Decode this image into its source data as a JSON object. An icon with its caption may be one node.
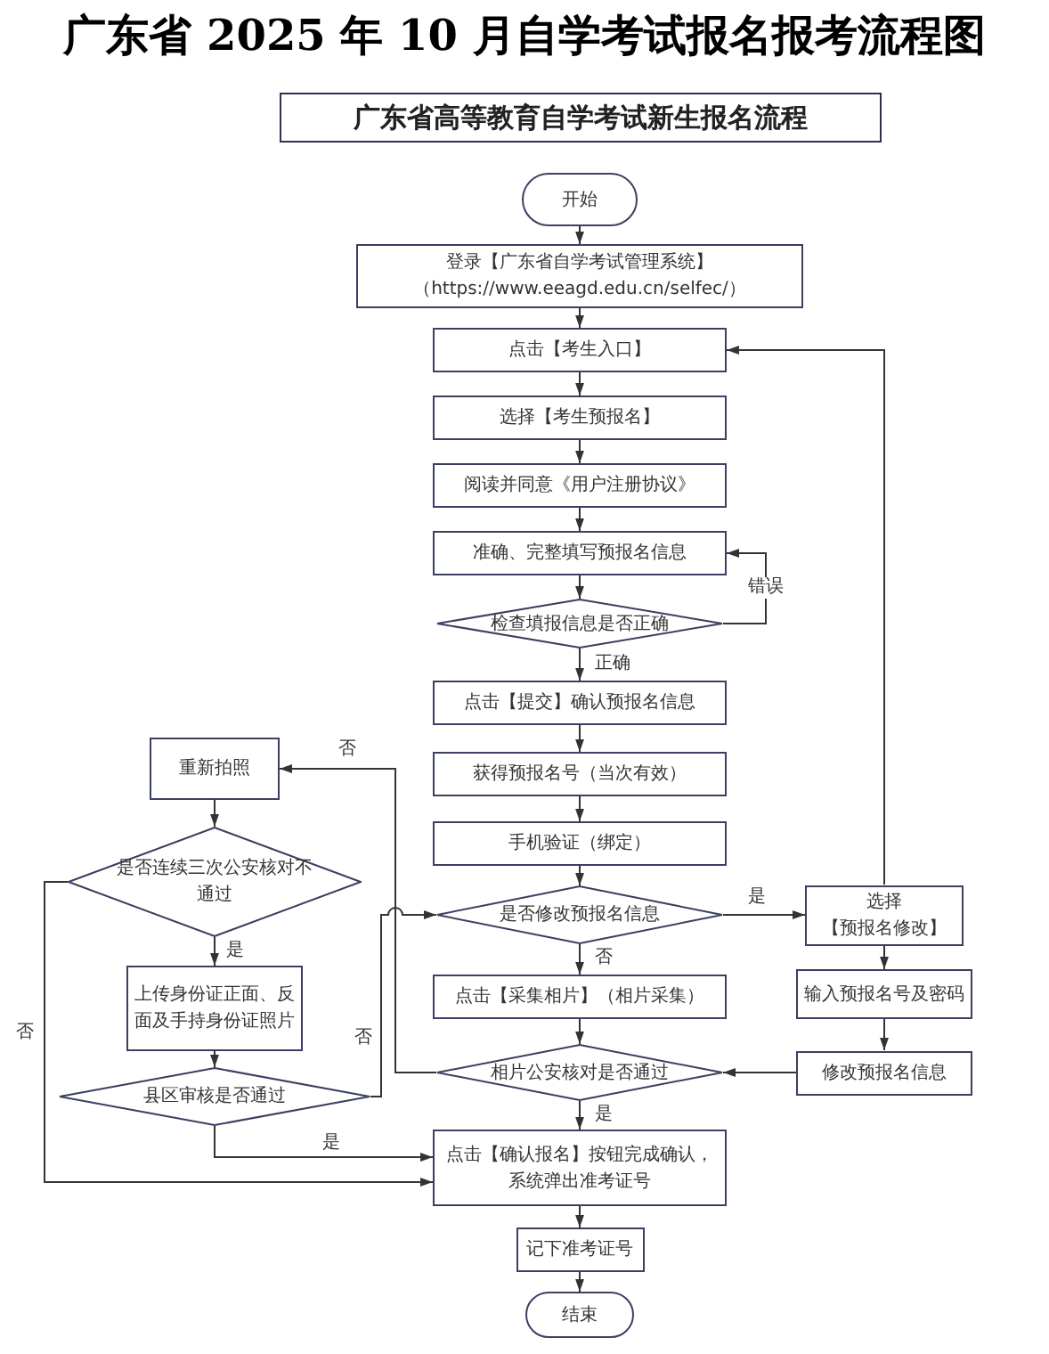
{
  "diagram": {
    "title": "广东省 2025 年 10 月自学考试报名报考流程图",
    "nodes": [
      {
        "text": [
          "广东省高等教育自学考试新生报名流程"
        ]
      },
      {
        "text": [
          "开始"
        ]
      },
      {
        "text": [
          "登录【广东省自学考试管理系统】",
          "（https://www.eeagd.edu.cn/selfec/）"
        ]
      },
      {
        "text": [
          "点击【考生入口】"
        ]
      },
      {
        "text": [
          "选择【考生预报名】"
        ]
      },
      {
        "text": [
          "阅读并同意《用户注册协议》"
        ]
      },
      {
        "text": [
          "准确、完整填写预报名信息"
        ]
      },
      {
        "text": [
          "检查填报信息是否正确"
        ]
      },
      {
        "text": [
          "点击【提交】确认预报名信息"
        ]
      },
      {
        "text": [
          "获得预报名号（当次有效）"
        ]
      },
      {
        "text": [
          "手机验证（绑定）"
        ]
      },
      {
        "text": [
          "是否修改预报名信息"
        ]
      },
      {
        "text": [
          "点击【采集相片】（相片采集）"
        ]
      },
      {
        "text": [
          "相片公安核对是否通过"
        ]
      },
      {
        "text": [
          "点击【确认报名】按钮完成确认，系统弹出准考证号"
        ]
      },
      {
        "text": [
          "记下准考证号"
        ]
      },
      {
        "text": [
          "结束"
        ]
      },
      {
        "text": [
          "选择【预报名修改】"
        ]
      },
      {
        "text": [
          "输入预报名号及密码"
        ]
      },
      {
        "text": [
          "修改预报名信息"
        ]
      },
      {
        "text": [
          "重新拍照"
        ]
      },
      {
        "text": [
          "是否连续三次公安核对不通过"
        ]
      },
      {
        "text": [
          "上传身份证正面、反面及手持身份证照片"
        ]
      },
      {
        "text": [
          "县区审核是否通过"
        ]
      }
    ],
    "edges": [
      {
        "from": 1,
        "to": 2,
        "arrow": "to"
      },
      {
        "from": 2,
        "to": 3,
        "arrow": "to"
      },
      {
        "from": 3,
        "to": 4,
        "arrow": "to"
      },
      {
        "from": 4,
        "to": 5,
        "arrow": "to"
      },
      {
        "from": 5,
        "to": 6,
        "arrow": "to"
      },
      {
        "from": 6,
        "to": 7,
        "arrow": "to"
      },
      {
        "from": 7,
        "to": 6,
        "arrow": "to",
        "label": "错误"
      },
      {
        "from": 7,
        "to": 8,
        "arrow": "to",
        "label": "正确"
      },
      {
        "from": 8,
        "to": 9,
        "arrow": "to"
      },
      {
        "from": 9,
        "to": 10,
        "arrow": "to"
      },
      {
        "from": 10,
        "to": 11,
        "arrow": "to"
      },
      {
        "from": 11,
        "to": 12,
        "arrow": "to",
        "label": "否"
      },
      {
        "from": 11,
        "to": 17,
        "arrow": "to",
        "label": "是"
      },
      {
        "from": 17,
        "to": 18,
        "arrow": "to"
      },
      {
        "from": 18,
        "to": 19,
        "arrow": "to"
      },
      {
        "from": 19,
        "to": 13,
        "arrow": "to"
      },
      {
        "from": 12,
        "to": 13,
        "arrow": "to"
      },
      {
        "from": 13,
        "to": 14,
        "arrow": "to",
        "label": "是"
      },
      {
        "from": 13,
        "to": 20,
        "arrow": "to",
        "label": "否"
      },
      {
        "from": 20,
        "to": 21,
        "arrow": "to"
      },
      {
        "from": 21,
        "to": 22,
        "arrow": "to",
        "label": "是"
      },
      {
        "from": 22,
        "to": 23,
        "arrow": "to"
      },
      {
        "from": 23,
        "to": 11,
        "arrow": "to",
        "label": "否"
      },
      {
        "from": 23,
        "to": 14,
        "arrow": "to",
        "label": "是"
      },
      {
        "from": 21,
        "to": 14,
        "arrow": "to",
        "label": "否"
      },
      {
        "from": 14,
        "to": 15,
        "arrow": "to"
      },
      {
        "from": 15,
        "to": 16,
        "arrow": "to"
      },
      {
        "from": 17,
        "to": 3,
        "arrow": "to"
      }
    ]
  }
}
